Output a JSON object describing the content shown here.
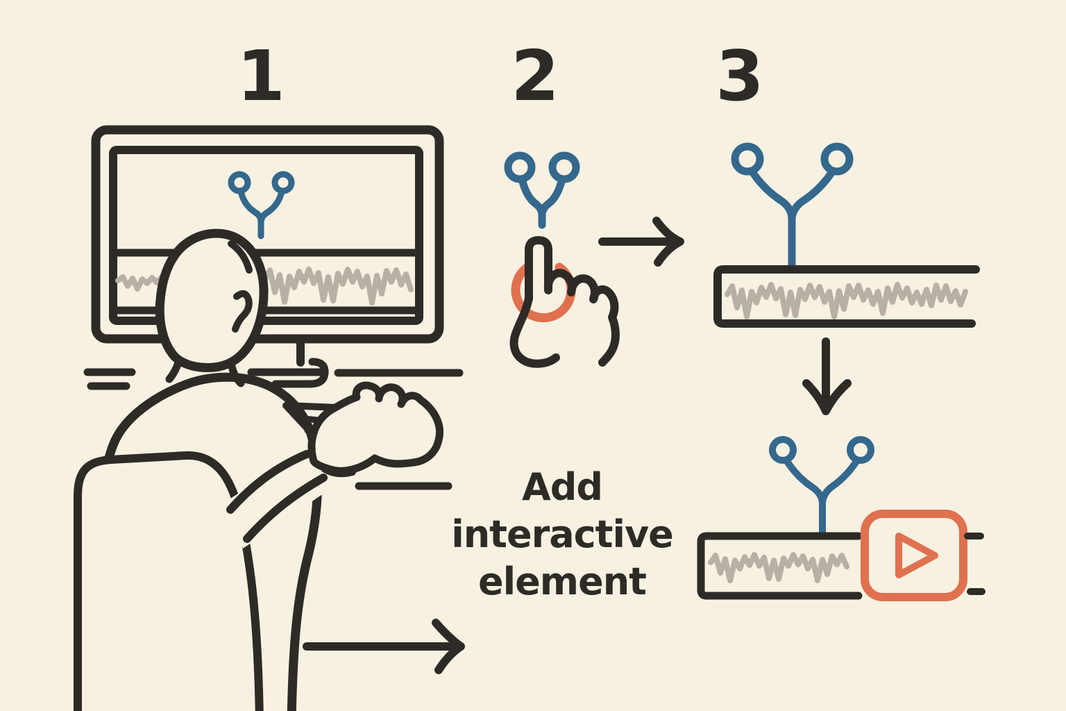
{
  "palette": {
    "background": "#f7f1e2",
    "ink": "#2e2b27",
    "blue": "#34688c",
    "orange": "#e0714f",
    "gray": "#b6b0a6"
  },
  "steps": [
    {
      "number": "1"
    },
    {
      "number": "2"
    },
    {
      "number": "3"
    }
  ],
  "caption": {
    "lines": [
      "Add",
      "interactive",
      "element"
    ]
  },
  "icons": {
    "branch": "git-branch-icon",
    "tap_ring": "tap-indicator-ring",
    "pointer": "pointing-hand-icon",
    "video": "video-play-icon",
    "arrow_right": "arrow-right-icon",
    "arrow_down": "arrow-down-icon",
    "waveform": "scribble-waveform"
  }
}
